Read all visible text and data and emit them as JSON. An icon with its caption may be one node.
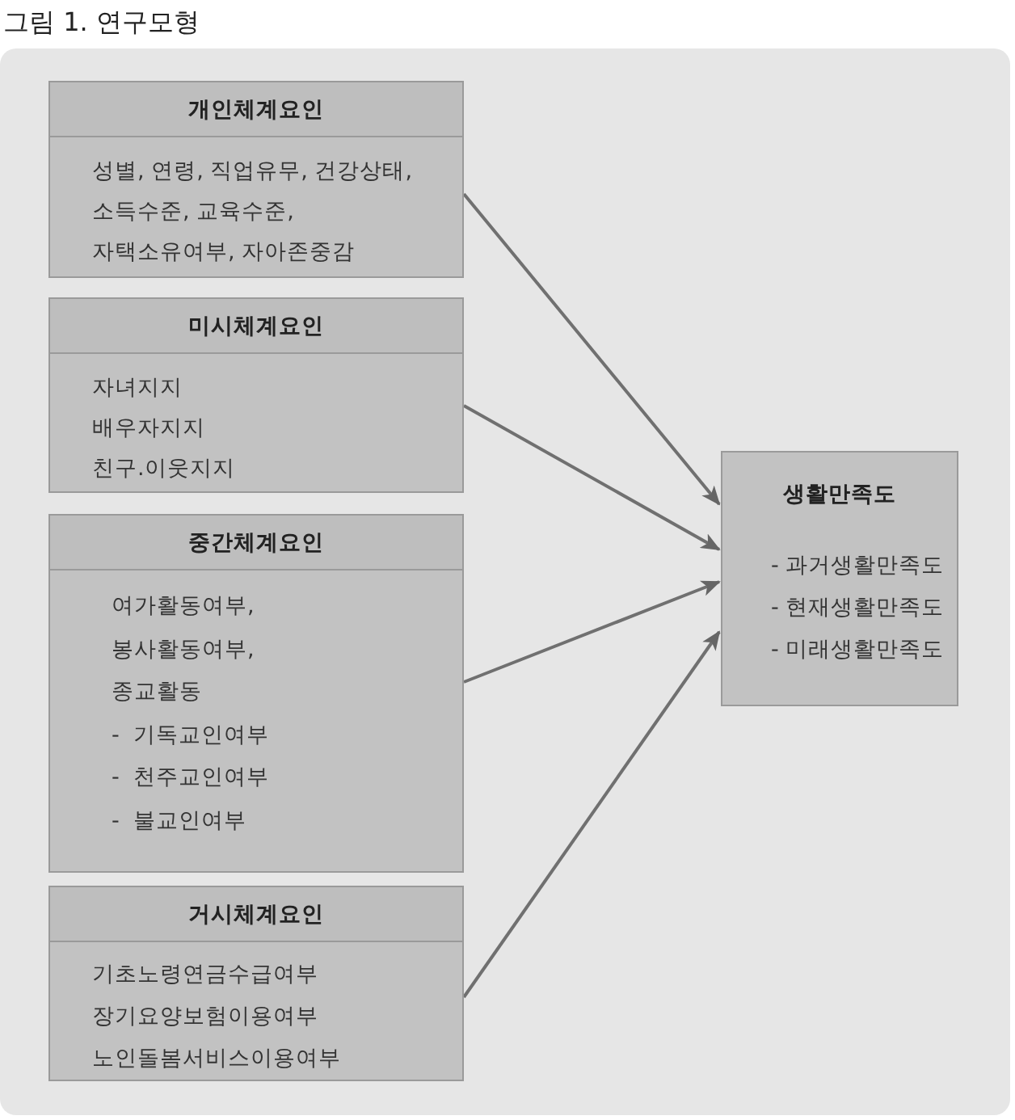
{
  "diagram": {
    "title": "그림 1. 연구모형",
    "nodes": [
      {
        "text": [
          "개인체계요인",
          "성별, 연령, 직업유무, 건강상태, 소득수준, 교육수준, 자택소유여부, 자아존중감"
        ]
      },
      {
        "text": [
          "미시체계요인",
          "자녀지지",
          "배우자지지",
          "친구.이웃지지"
        ]
      },
      {
        "text": [
          "중간체계요인",
          "여가활동여부,",
          "봉사활동여부,",
          "종교활동",
          "-  기독교인여부",
          "-  천주교인여부",
          "-  불교인여부"
        ]
      },
      {
        "text": [
          "거시체계요인",
          "기초노령연금수급여부",
          "장기요양보험이용여부",
          "노인돌봄서비스이용여부"
        ]
      },
      {
        "text": [
          "생활만족도",
          "- 과거생활만족도",
          "- 현재생활만족도",
          "- 미래생활만족도"
        ]
      }
    ],
    "edges": [
      {
        "from": 0,
        "to": 4,
        "arrow": "to"
      },
      {
        "from": 1,
        "to": 4,
        "arrow": "to"
      },
      {
        "from": 2,
        "to": 4,
        "arrow": "to"
      },
      {
        "from": 3,
        "to": 4,
        "arrow": "to"
      }
    ]
  }
}
